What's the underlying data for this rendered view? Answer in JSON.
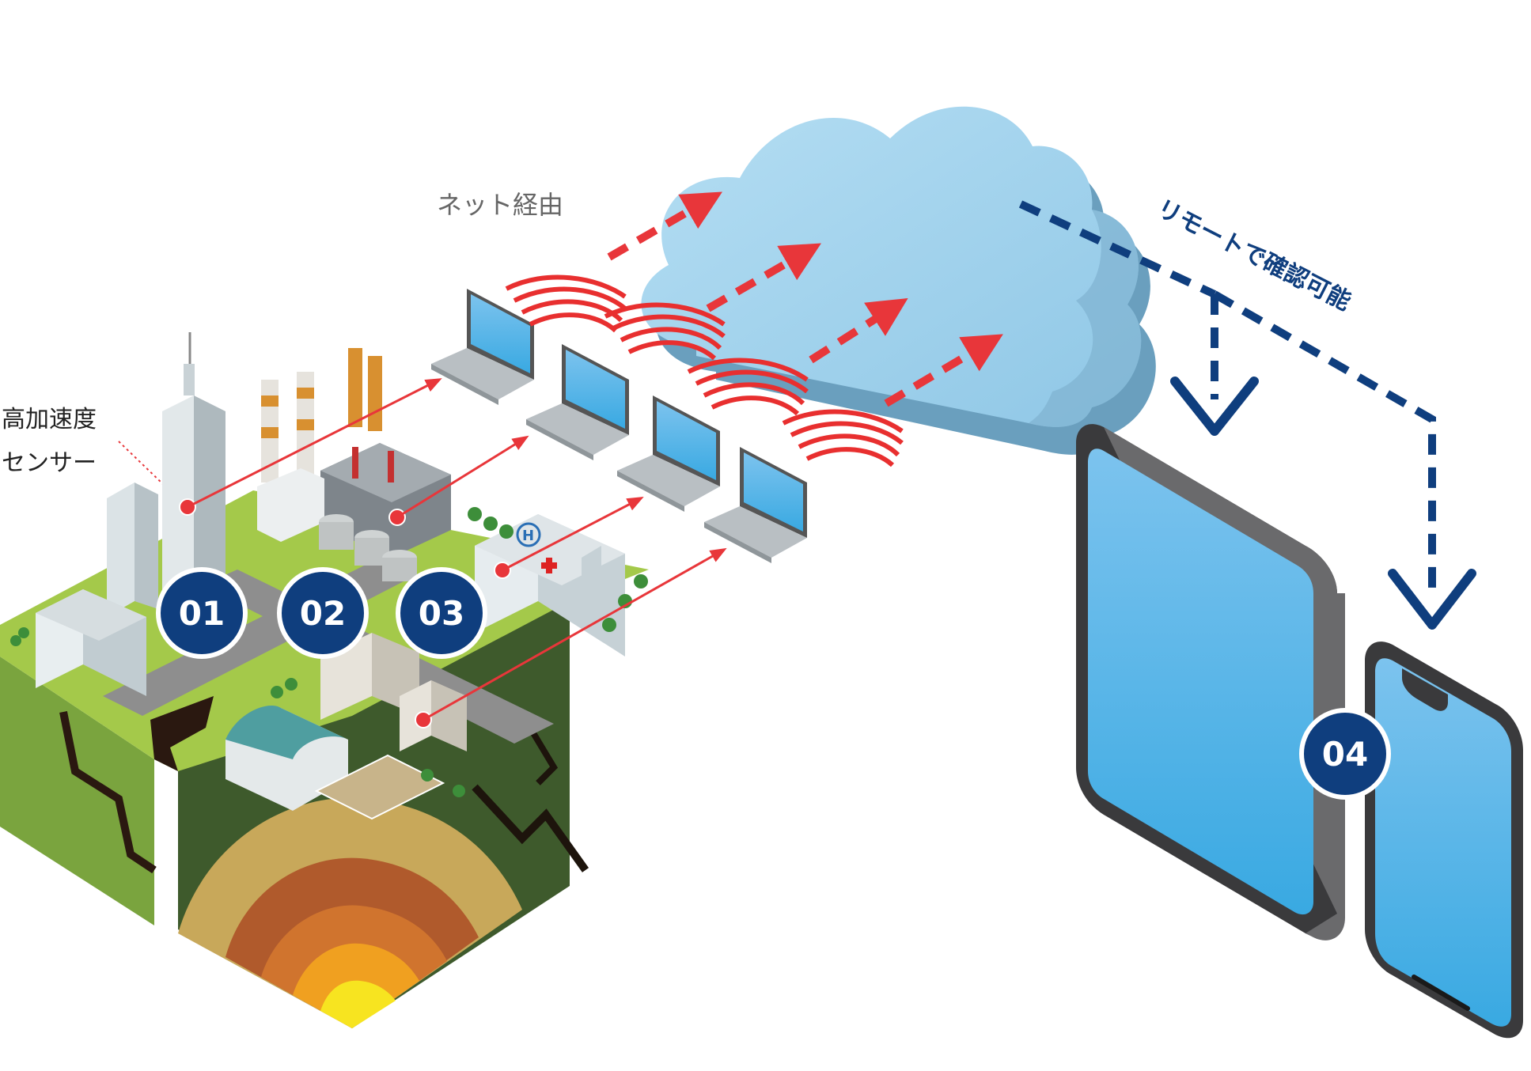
{
  "labels": {
    "sensor_line1": "高加速度",
    "sensor_line2": "センサー",
    "via_net": "ネット経由",
    "remote": "リモートで確認可能"
  },
  "badges": [
    "01",
    "02",
    "03",
    "04"
  ],
  "colors": {
    "badge_fill": "#0f3e7e",
    "arrow_red": "#e8363a",
    "remote_blue": "#0f3e7e",
    "cloud_light": "#9fd3ee",
    "cloud_dark": "#6a9fbe",
    "screen_blue": "#4fb0e6"
  },
  "icons": [
    "city-block",
    "laptop",
    "cloud",
    "tablet",
    "smartphone",
    "wifi-waves"
  ]
}
